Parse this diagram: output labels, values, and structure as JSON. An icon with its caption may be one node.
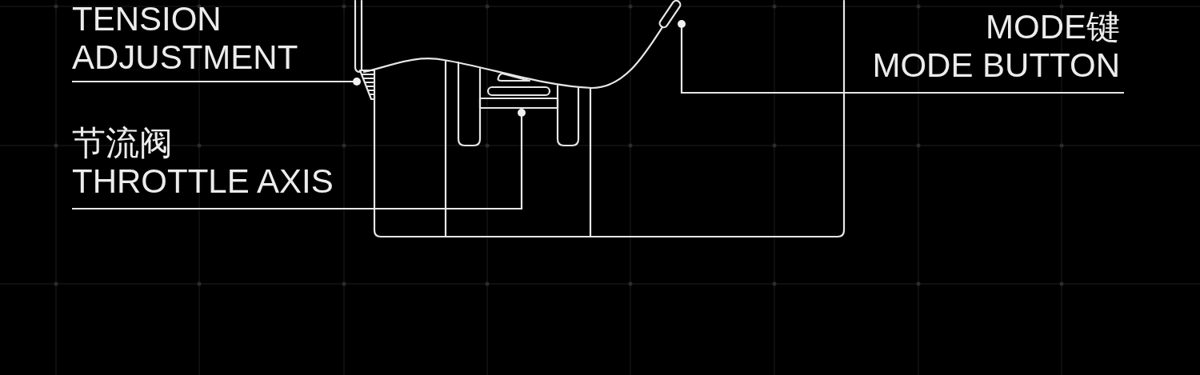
{
  "diagram": {
    "nodes": [
      {
        "text": [
          "TENSION ADJUSTMENT"
        ]
      },
      {
        "text": [
          "MODE键",
          "MODE BUTTON"
        ]
      },
      {
        "text": [
          "节流阀",
          "THROTTLE AXIS"
        ]
      },
      {
        "text": [],
        "shape": "picture"
      },
      {
        "text": [],
        "shape": "box"
      },
      {
        "text": [],
        "shape": "picture"
      }
    ],
    "edges": [
      {
        "from": 0,
        "to": 3,
        "arrow": "other"
      },
      {
        "from": 1,
        "to": 4,
        "arrow": "other"
      },
      {
        "from": 2,
        "to": 5,
        "arrow": "other"
      }
    ]
  }
}
